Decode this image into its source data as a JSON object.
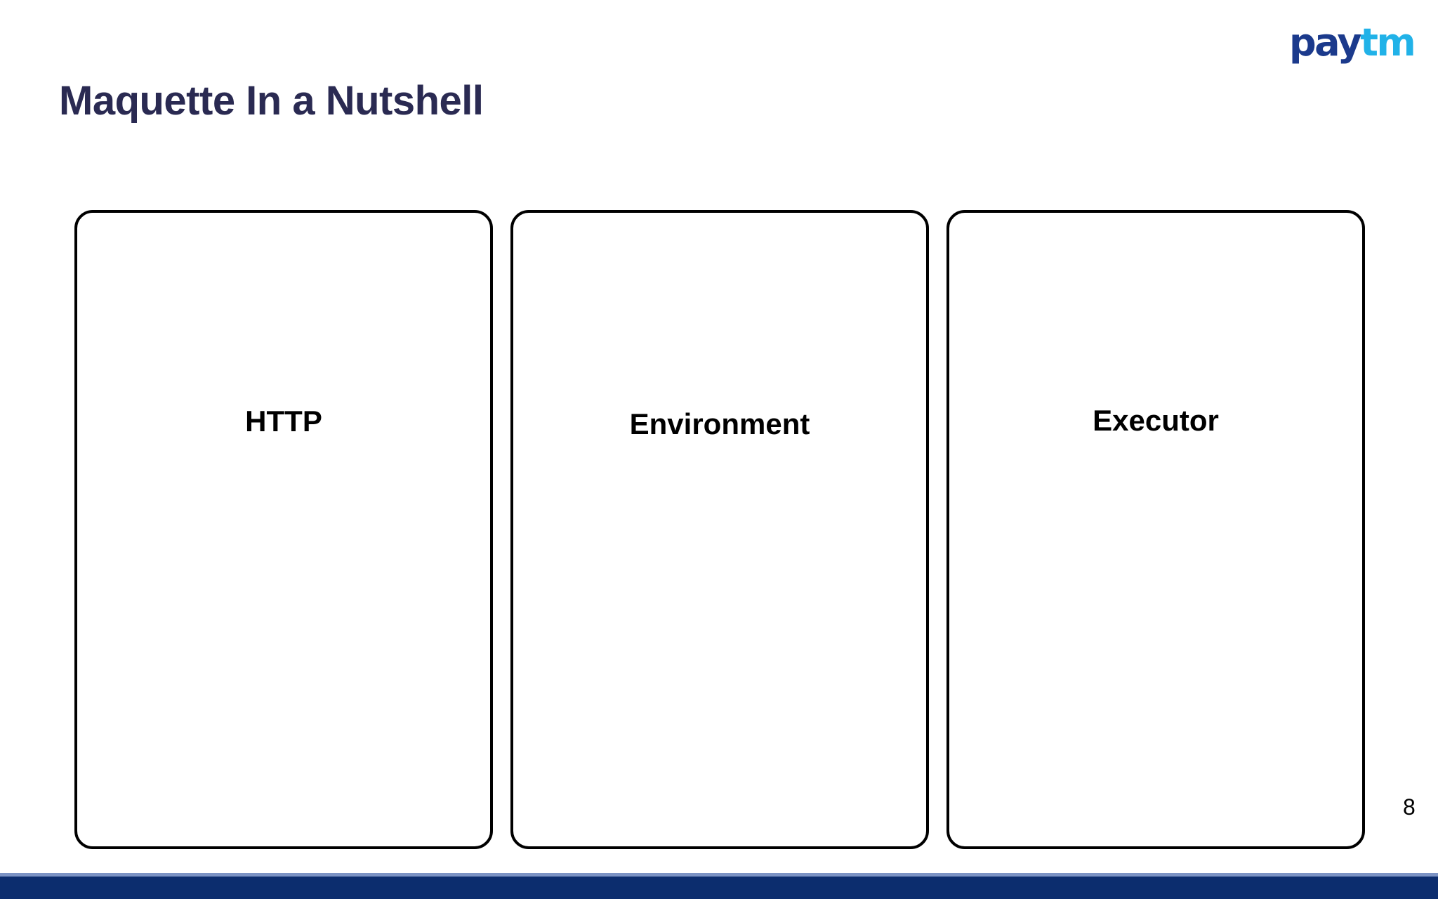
{
  "slide": {
    "title": "Maquette In a Nutshell",
    "page_number": "8",
    "title_color": "#2A2A52",
    "background_color": "#ffffff"
  },
  "logo": {
    "name": "paytm-logo",
    "part_one": "pay",
    "part_two": "tm",
    "part_one_color": "#1B3A8C",
    "part_two_color": "#21B2E8"
  },
  "boxes": [
    {
      "label": "HTTP",
      "border_color": "#000000",
      "text_color": "#000000"
    },
    {
      "label": "Environment",
      "border_color": "#000000",
      "text_color": "#000000"
    },
    {
      "label": "Executor",
      "border_color": "#000000",
      "text_color": "#000000"
    }
  ],
  "footer": {
    "accent_color": "#7C93C4",
    "bar_color": "#0C2D6E"
  }
}
